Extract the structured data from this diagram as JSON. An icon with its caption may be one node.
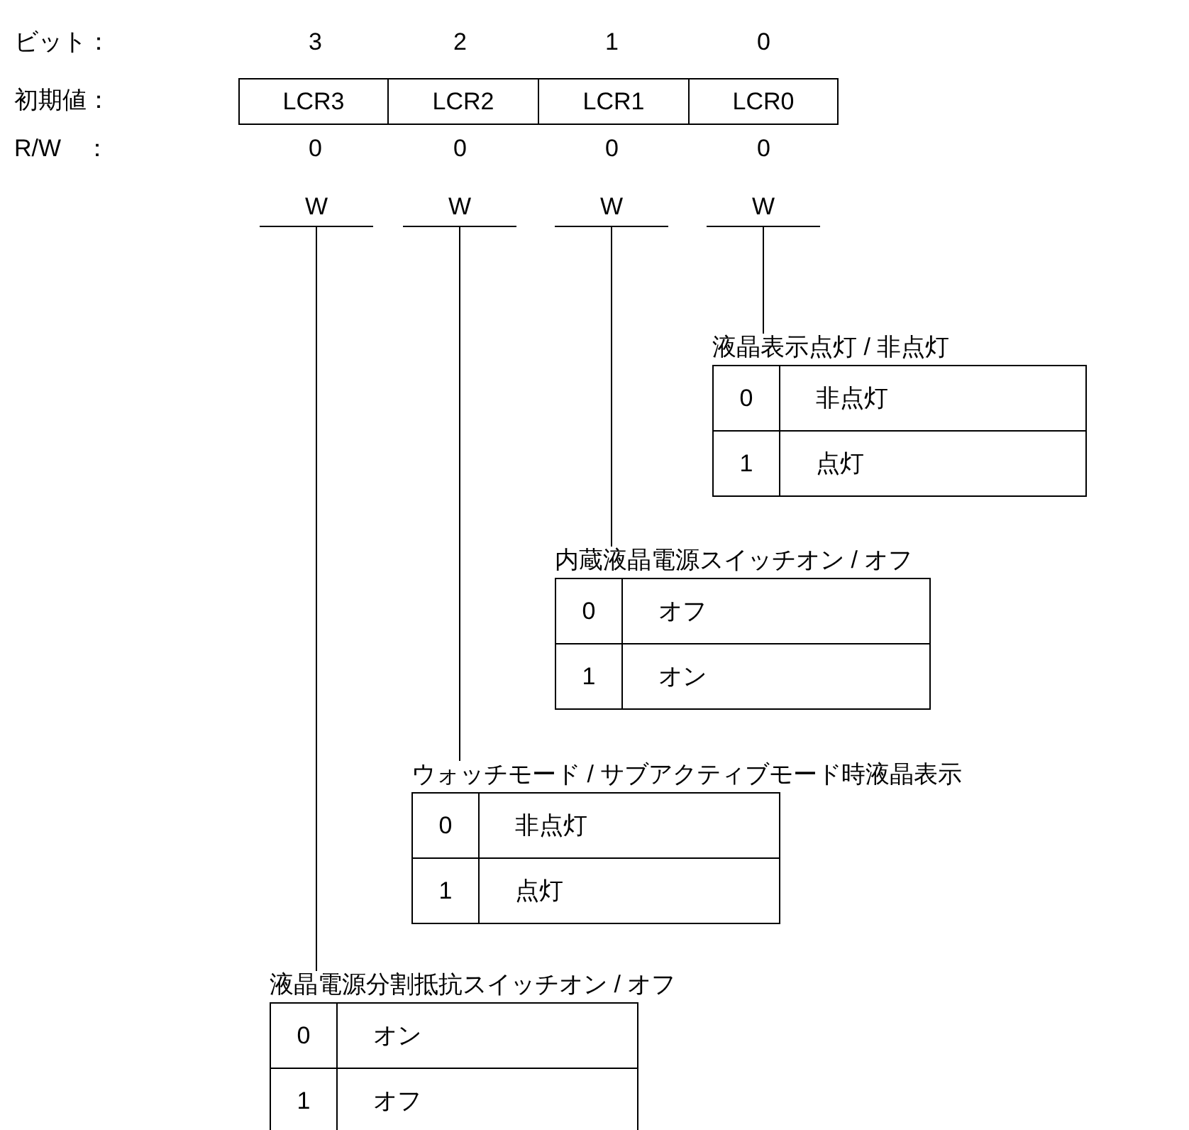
{
  "diagram": {
    "nodes": [
      {
        "text": [
          "LCR3"
        ]
      },
      {
        "text": [
          "LCR2"
        ]
      },
      {
        "text": [
          "LCR1"
        ]
      },
      {
        "text": [
          "LCR0"
        ]
      },
      {
        "text": [
          "W"
        ]
      },
      {
        "text": [
          "W"
        ]
      },
      {
        "text": [
          "W"
        ]
      },
      {
        "text": [
          "W"
        ]
      },
      {
        "text": [
          "液晶表示点灯 / 非点灯",
          "0",
          "非点灯",
          "1",
          "点灯"
        ]
      },
      {
        "text": [
          "内蔵液晶電源スイッチオン / オフ",
          "0",
          "オフ",
          "1",
          "オン"
        ]
      },
      {
        "text": [
          "ウォッチモード / サブアクティブモード時液晶表示",
          "0",
          "非点灯",
          "1",
          "点灯"
        ]
      },
      {
        "text": [
          "液晶電源分割抵抗スイッチオン / オフ",
          "0",
          "オン",
          "1",
          "オフ"
        ]
      }
    ],
    "edges": [
      {
        "from": 7,
        "to": 8,
        "arrow": "none"
      },
      {
        "from": 6,
        "to": 9,
        "arrow": "none"
      },
      {
        "from": 5,
        "to": 10,
        "arrow": "none"
      },
      {
        "from": 4,
        "to": 11,
        "arrow": "none"
      }
    ],
    "labels": [
      "ビット：",
      "3",
      "2",
      "1",
      "0",
      "初期値：",
      "R/W　：",
      "0",
      "0",
      "0",
      "0"
    ]
  }
}
